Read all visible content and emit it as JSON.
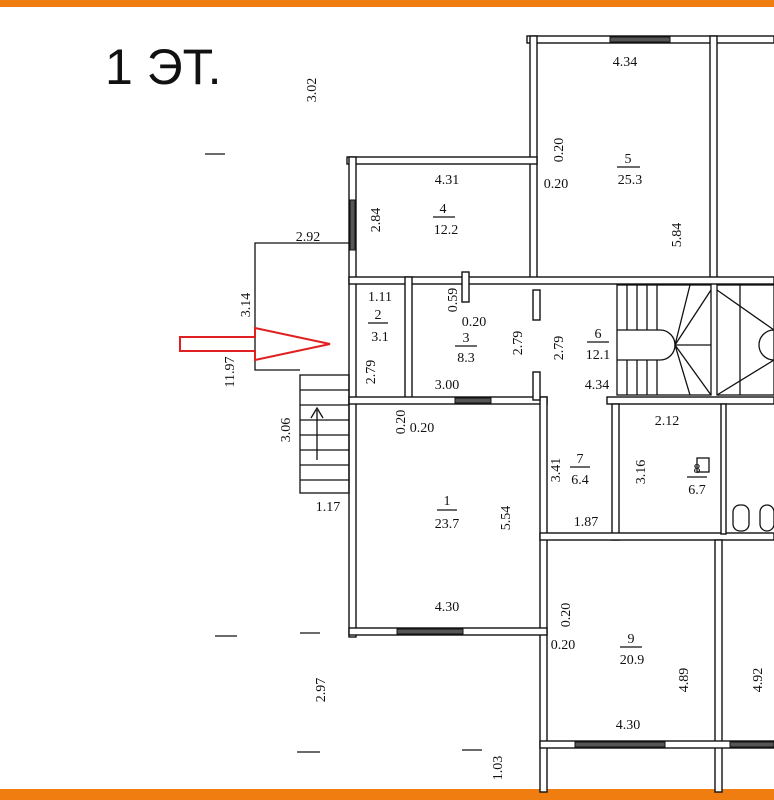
{
  "plan": {
    "floor_label": "1 ЭТ.",
    "accent_color": "#f07d0f",
    "arrow_color": "#e02020",
    "rooms": [
      {
        "number": "1",
        "area": "23.7"
      },
      {
        "number": "2",
        "area": "3.1"
      },
      {
        "number": "3",
        "area": "8.3"
      },
      {
        "number": "4",
        "area": "12.2"
      },
      {
        "number": "5",
        "area": "25.3"
      },
      {
        "number": "6",
        "area": "12.1"
      },
      {
        "number": "7",
        "area": "6.4"
      },
      {
        "number": "8",
        "area": "6.7"
      },
      {
        "number": "9",
        "area": "20.9"
      }
    ],
    "dims": {
      "d302": "3.02",
      "d434a": "4.34",
      "d431": "4.31",
      "d020a": "0.20",
      "d020b": "0.20",
      "d284": "2.84",
      "d292": "2.92",
      "d584": "5.84",
      "d314": "3.14",
      "d111": "1.11",
      "d059": "0.59",
      "d020c": "0.20",
      "d279a": "2.79",
      "d279b": "2.79",
      "d279c": "2.79",
      "d300": "3.00",
      "d434b": "4.34",
      "d1197": "11.97",
      "d020d": "0.20",
      "d020e": "0.20",
      "d212": "2.12",
      "d306": "3.06",
      "d341": "3.41",
      "d316": "3.16",
      "d117": "1.17",
      "d554": "5.54",
      "d187": "1.87",
      "d430a": "4.30",
      "d020f": "0.20",
      "d020g": "0.20",
      "d297": "2.97",
      "d489": "4.89",
      "d492": "4.92",
      "d430b": "4.30",
      "d103": "1.03"
    }
  }
}
